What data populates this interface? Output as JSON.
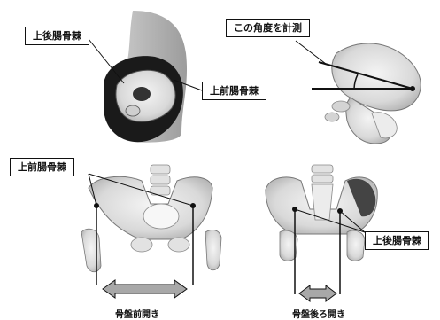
{
  "labels": {
    "top_left_psis": "上後腸骨棘",
    "top_left_asis": "上前腸骨棘",
    "top_right_angle": "この角度を計測",
    "bottom_left_asis": "上前腸骨棘",
    "bottom_right_psis": "上後腸骨棘"
  },
  "captions": {
    "front_width": "骨盤前開き",
    "back_width": "骨盤後ろ開き"
  },
  "colors": {
    "bone": "#dcdcdc",
    "dark": "#111111",
    "arrow_fill": "#a8a8a8"
  }
}
